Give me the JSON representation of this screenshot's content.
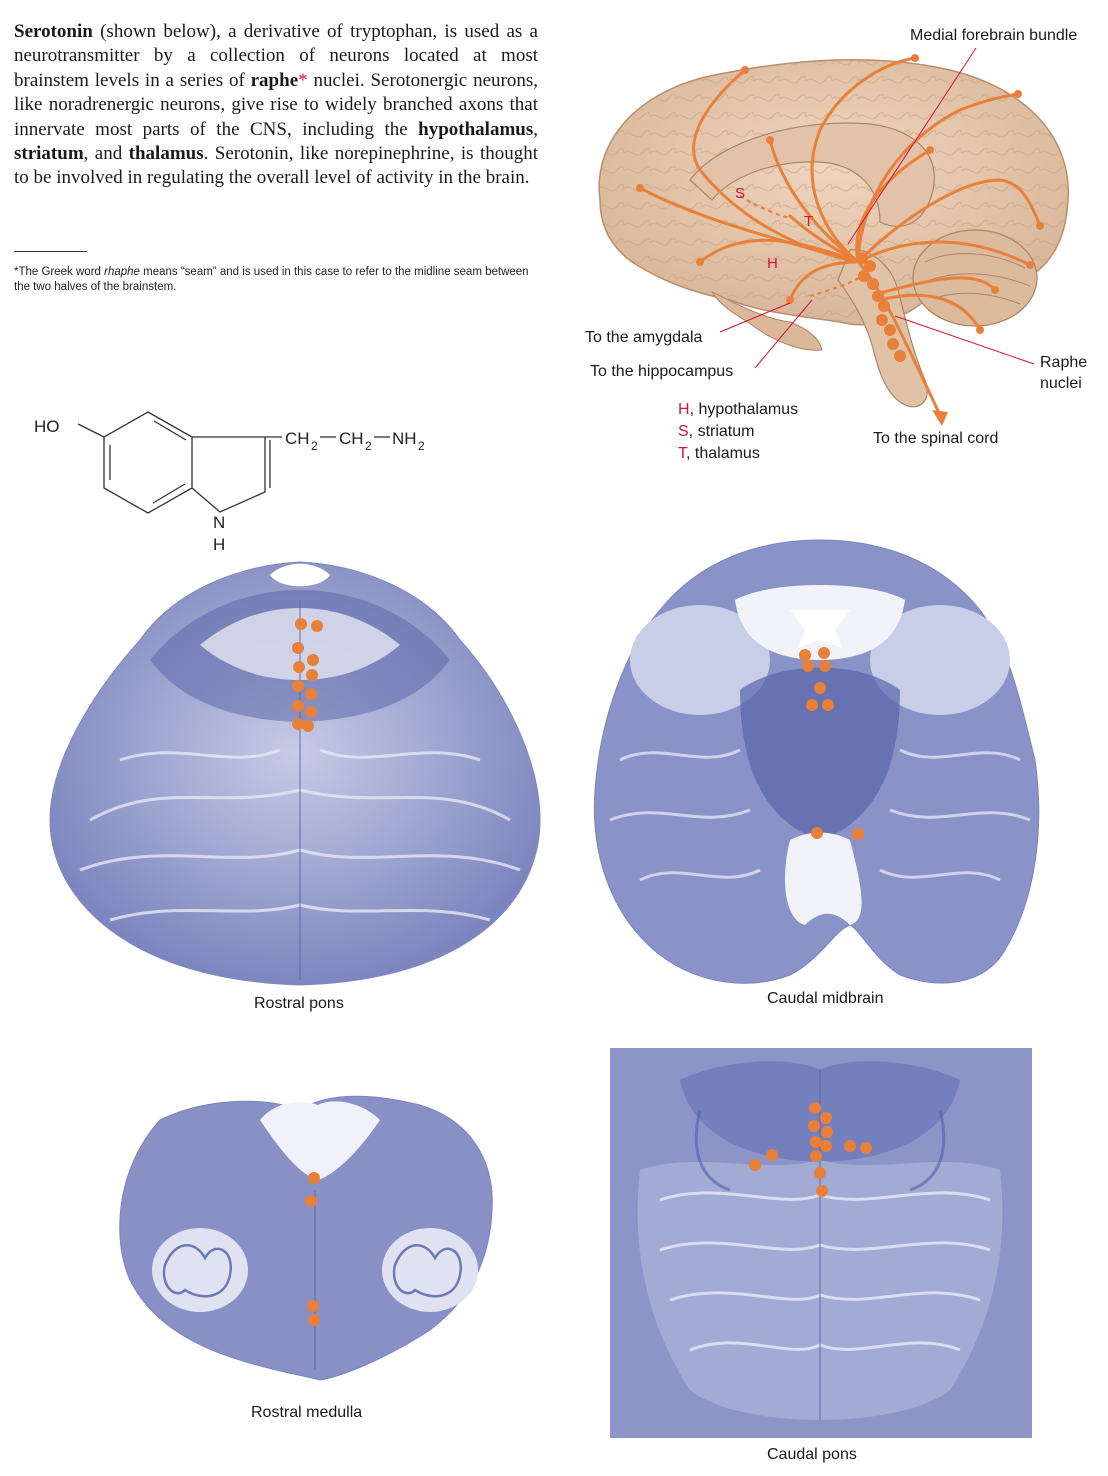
{
  "intro": {
    "s1": "Serotonin",
    "s2": " (shown below), a derivative of tryptophan, is used as a neurotransmitter by a collection of neurons located at most brainstem levels in a series of ",
    "s3": "raphe",
    "s4": "*",
    "s5": " nuclei. Seroto­nergic neurons, like noradrenergic neurons, give rise to widely branched axons that innervate most parts of the CNS, includ­ing the ",
    "s6": "hypothalamus",
    "s7": ", ",
    "s8": "striatum",
    "s9": ", and ",
    "s10": "thalamus",
    "s11": ". Serotonin, like norepinephrine, is thought to be involved in regulating the overall level of activity in the brain."
  },
  "footnote": {
    "f1": "*The Greek word ",
    "f2": "rhaphe",
    "f3": " means “seam” and is used in this case to refer to the midline seam between the two halves of the brainstem."
  },
  "molecule": {
    "ho": "HO",
    "ch2a": "CH",
    "sub2a": "2",
    "ch2b": "CH",
    "sub2b": "2",
    "nh2": "NH",
    "sub2c": "2",
    "n": "N",
    "h": "H"
  },
  "brain": {
    "mfb": "Medial forebrain bundle",
    "amygdala": "To the amygdala",
    "hippocampus": "To the hippocampus",
    "raphe1": "Raphe",
    "raphe2": "nuclei",
    "spinal": "To the spinal cord",
    "s": "S",
    "t": "T",
    "h": "H"
  },
  "key": {
    "h_letter": "H",
    "h_text": ", hypothalamus",
    "s_letter": "S",
    "s_text": ", striatum",
    "t_letter": "T",
    "t_text": ", thalamus"
  },
  "captions": {
    "rostral_pons": "Rostral pons",
    "caudal_midbrain": "Caudal midbrain",
    "rostral_medulla": "Rostral medulla",
    "caudal_pons": "Caudal pons"
  },
  "colors": {
    "axon_orange": "#e8803a",
    "key_red": "#d2143a",
    "stain_blue": "#6d78b8",
    "brain_tan": "#e6c9b0"
  }
}
